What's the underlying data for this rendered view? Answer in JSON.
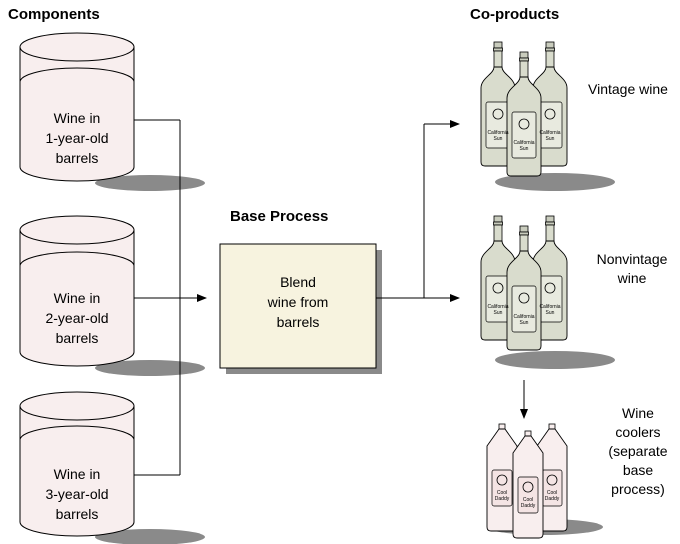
{
  "headings": {
    "components": "Components",
    "coproducts": "Co-products",
    "base_process": "Base Process"
  },
  "barrels": [
    {
      "line1": "Wine in",
      "line2": "1-year-old",
      "line3": "barrels"
    },
    {
      "line1": "Wine in",
      "line2": "2-year-old",
      "line3": "barrels"
    },
    {
      "line1": "Wine in",
      "line2": "3-year-old",
      "line3": "barrels"
    }
  ],
  "process_box": {
    "line1": "Blend",
    "line2": "wine from",
    "line3": "barrels"
  },
  "coproducts": [
    {
      "line1": "Vintage wine",
      "line2": "",
      "line3": "",
      "line4": ""
    },
    {
      "line1": "Nonvintage",
      "line2": "wine",
      "line3": "",
      "line4": ""
    },
    {
      "line1": "Wine",
      "line2": "coolers",
      "line3": "(separate",
      "line4": "base",
      "line5": "process)"
    }
  ],
  "bottle_labels": {
    "wine_line1": "California",
    "wine_line2": "Sun",
    "cooler_line1": "Cool",
    "cooler_line2": "Daddy"
  },
  "colors": {
    "barrel_fill": "#f8eeee",
    "box_fill": "#f7f3df",
    "bottle_fill": "#d9dccd",
    "cooler_fill": "#f8eeee",
    "shadow": "#8a8a8a"
  }
}
